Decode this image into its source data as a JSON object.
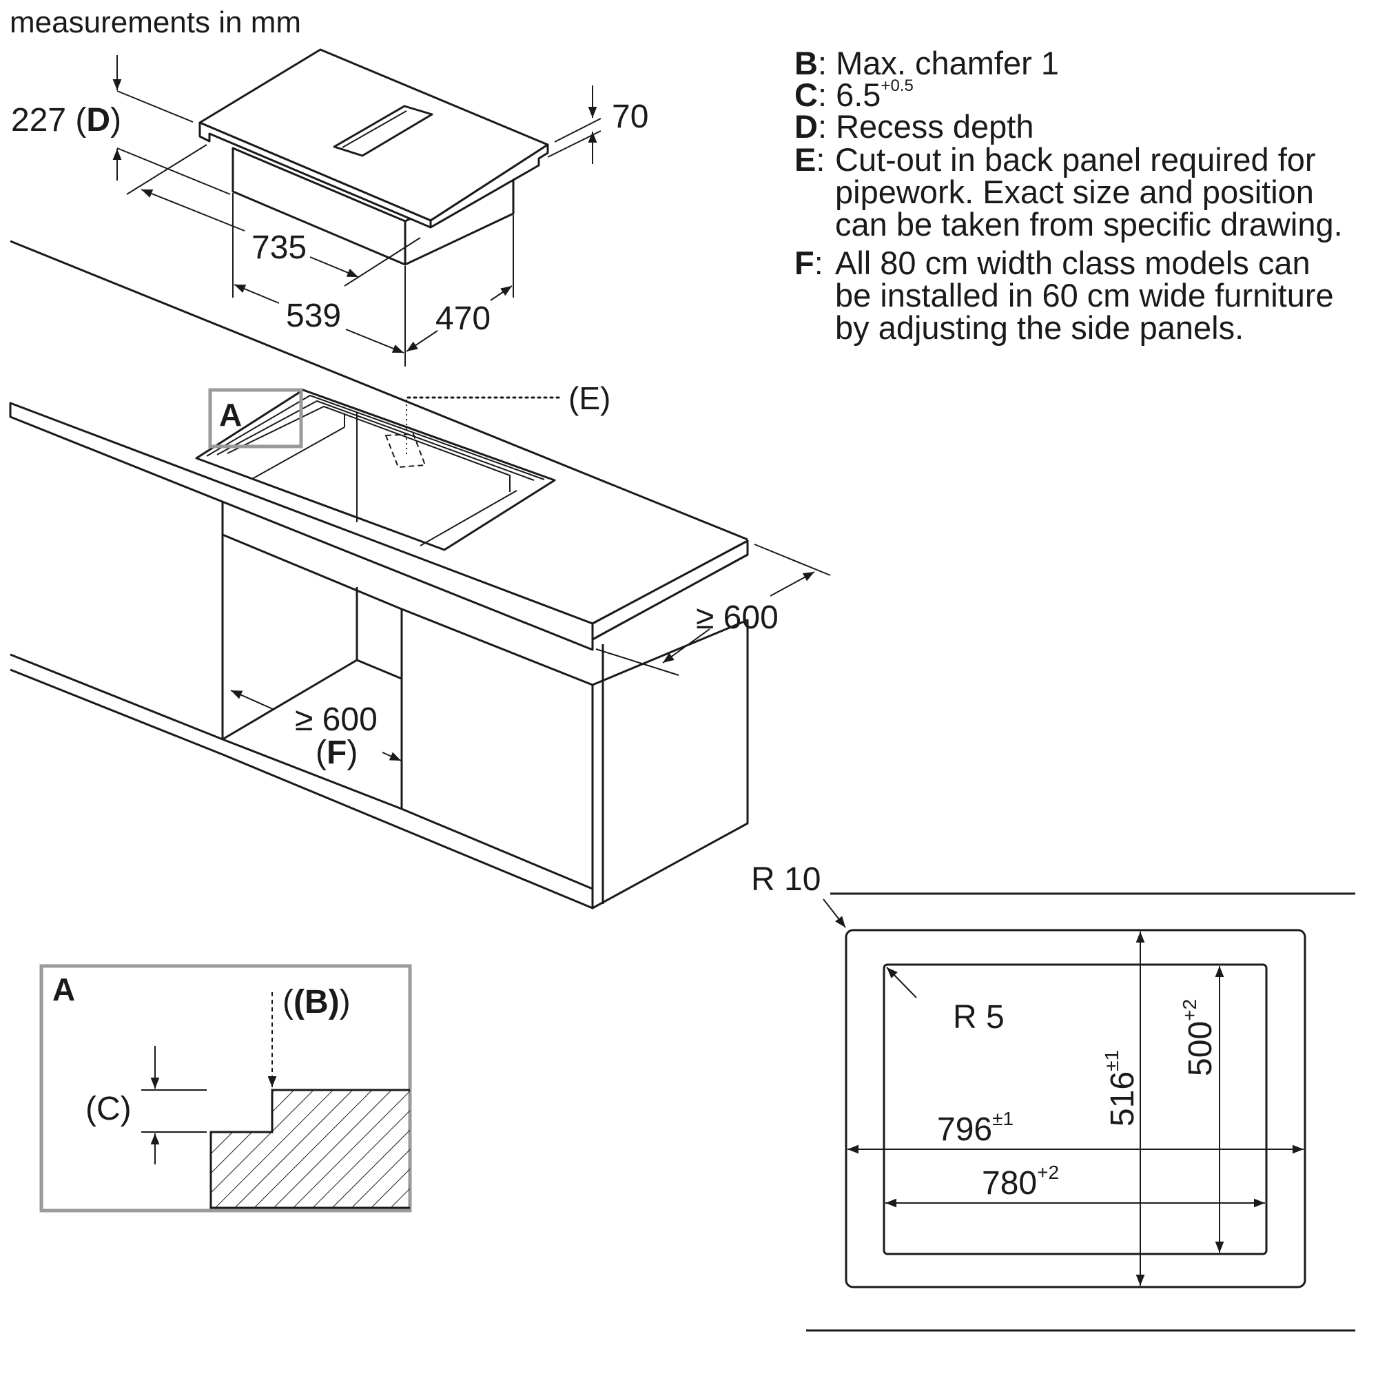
{
  "header": {
    "units": "measurements in mm"
  },
  "notes": [
    {
      "key": "B",
      "lines": [
        "Max. chamfer 1"
      ]
    },
    {
      "key": "C",
      "lines": [
        "6.5"
      ],
      "sup": "+0.5"
    },
    {
      "key": "D",
      "lines": [
        "Recess depth"
      ]
    },
    {
      "key": "E",
      "lines": [
        "Cut-out in back panel required for",
        "pipework. Exact size and position",
        "can be taken from specific drawing."
      ]
    },
    {
      "key": "F",
      "lines": [
        "All 80 cm width class models can",
        "be installed in 60 cm wide furniture",
        "by adjusting the side panels."
      ]
    }
  ],
  "appliance": {
    "recess_depth": "227",
    "recess_key": "D",
    "thickness": "70",
    "depth": "735",
    "body_width": "539",
    "body_depth": "470"
  },
  "cabinet": {
    "detail_label": "A",
    "pipe_label": "(E)",
    "worktop_depth": "≥ 600",
    "cabinet_width": "≥ 600",
    "cabinet_key": "F"
  },
  "detail": {
    "title": "A",
    "chamfer_label": "(B)",
    "step_label": "(C)"
  },
  "cutout": {
    "outer_radius": "R 10",
    "inner_radius": "R 5",
    "outer_width": "796",
    "outer_width_tol": "±1",
    "inner_width": "780",
    "inner_width_tol": "+2",
    "outer_depth": "516",
    "outer_depth_tol": "±1",
    "inner_depth": "500",
    "inner_depth_tol": "+2"
  },
  "colors": {
    "line": "#1a1a1a",
    "detail_frame": "#9a9a9a",
    "background": "#ffffff"
  }
}
